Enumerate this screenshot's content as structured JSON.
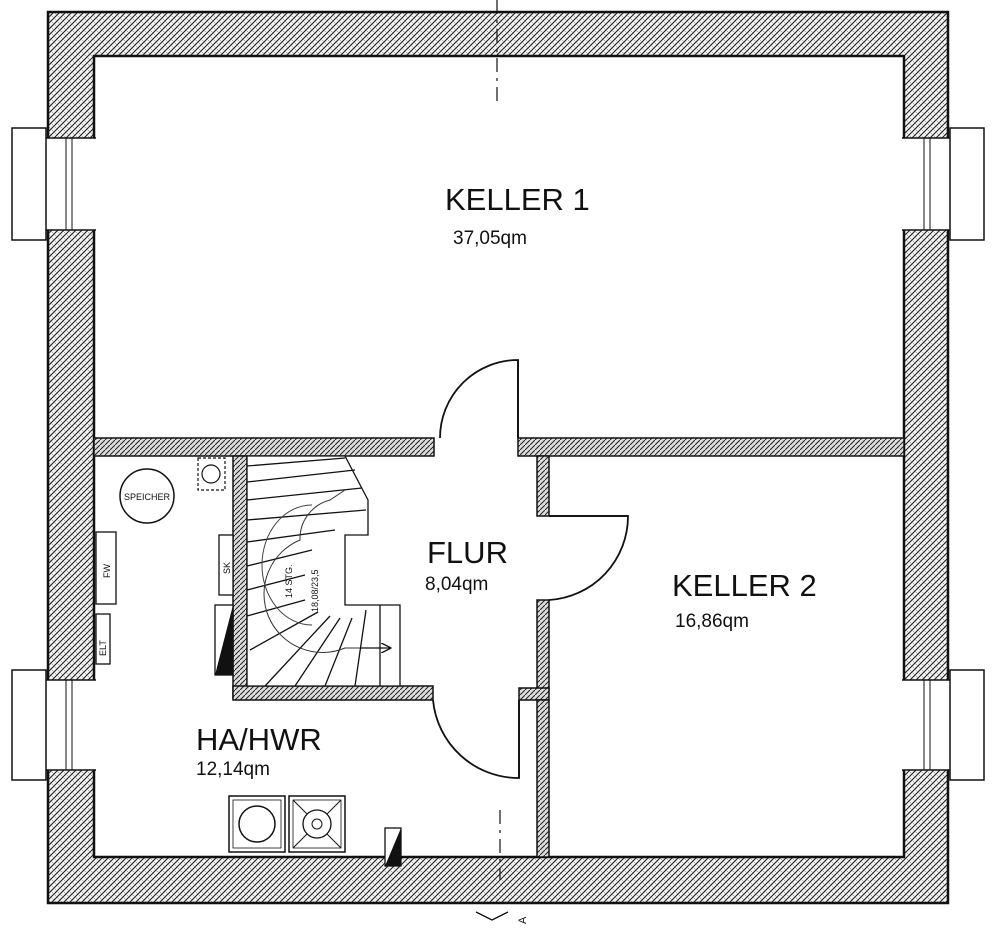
{
  "plan": {
    "rooms": {
      "keller1": {
        "name": "KELLER 1",
        "area": "37,05qm"
      },
      "keller2": {
        "name": "KELLER 2",
        "area": "16,86qm"
      },
      "flur": {
        "name": "FLUR",
        "area": "8,04qm"
      },
      "hahwr": {
        "name": "HA/HWR",
        "area": "12,14qm"
      }
    },
    "fixtures": {
      "speicher": "SPEICHER",
      "fw": "FW",
      "elt": "ELT",
      "sk": "SK"
    },
    "stair": {
      "steps": "14 STG.",
      "rise": "18,08/23,5"
    },
    "section_marker": "A"
  }
}
